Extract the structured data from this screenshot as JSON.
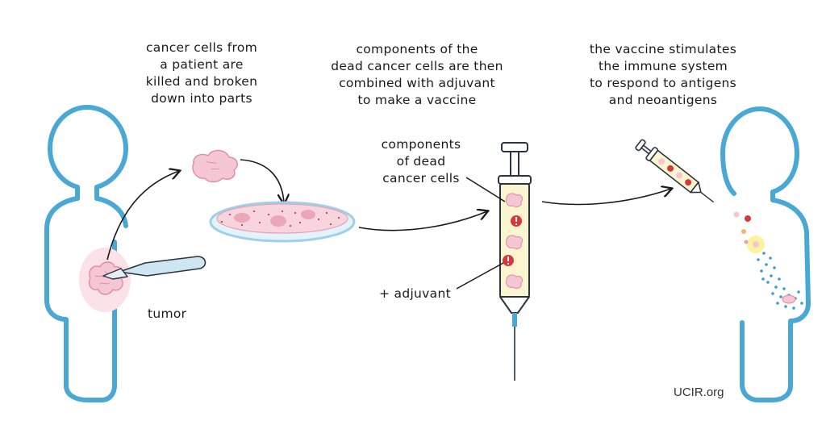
{
  "steps": [
    {
      "caption": [
        "cancer cells from",
        "a patient are",
        "killed  and  broken",
        "down into parts"
      ]
    },
    {
      "caption": [
        "components  of the",
        "dead cancer cells are then",
        "combined with adjuvant",
        "to make a vaccine"
      ]
    },
    {
      "caption": [
        "the vaccine stimulates",
        "the  immune system",
        "to respond to antigens",
        "and neoantigens"
      ]
    }
  ],
  "labels": {
    "tumor": "tumor",
    "components": [
      "components",
      "of dead",
      "cancer cells"
    ],
    "adjuvant": "+ adjuvant"
  },
  "credit": "UCIR.org",
  "colors": {
    "body_outline": "#4aa8d4",
    "tissue": "#f5c6d3",
    "tissue_stroke": "#e28aa6",
    "syringe_fill": "#fbf6cf",
    "syringe_stroke": "#2a3440",
    "dish": "#9fd0ea",
    "dots": "#3d9ccf",
    "red": "#d9363e",
    "glow": "#fbf3a0"
  }
}
